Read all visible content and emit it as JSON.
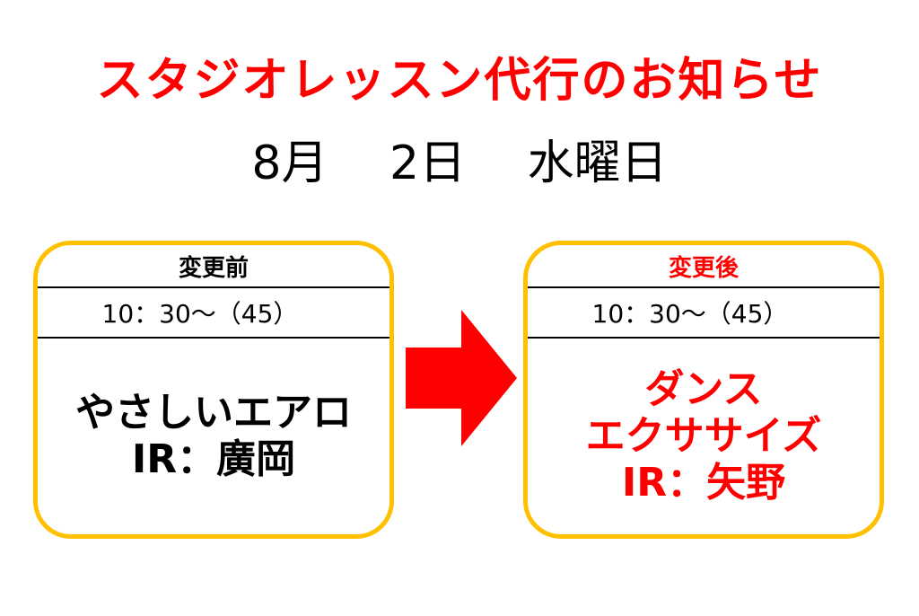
{
  "title": "スタジオレッスン代行のお知らせ",
  "date": "8月　 2日　 水曜日",
  "before": {
    "header": "変更前",
    "time": "10：30～（45）",
    "lesson": "やさしいエアロ",
    "instructor": "IR：廣岡"
  },
  "after": {
    "header": "変更後",
    "time": "10：30～（45）",
    "lesson_line1": "ダンス",
    "lesson_line2": "エクササイズ",
    "instructor": "IR：矢野"
  },
  "colors": {
    "title": "#ff0000",
    "card_border": "#ffc000",
    "arrow": "#ff0000",
    "after_text": "#ff0000"
  },
  "icons": {
    "arrow": "right-arrow-icon"
  }
}
